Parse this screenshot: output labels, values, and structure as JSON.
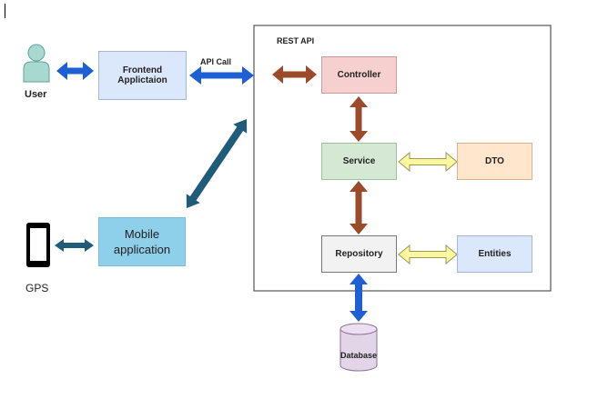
{
  "actors": {
    "user": "User",
    "gps": "GPS"
  },
  "frontend": {
    "label": "Frontend Applictaion"
  },
  "mobile": {
    "label": "Mobile application"
  },
  "api_call": {
    "label": "API Call"
  },
  "rest_api": {
    "title": "REST API",
    "controller": "Controller",
    "service": "Service",
    "repository": "Repository",
    "dto": "DTO",
    "entities": "Entities"
  },
  "database": {
    "label": "Database"
  },
  "colors": {
    "blue_arrow": "#1f5fd6",
    "brown_arrow": "#9b4a2a",
    "teal_arrow": "#1f5c7a",
    "yellow_arrow": "#fbf7a0",
    "frontend_fill": "#dbe8fb",
    "mobile_fill": "#8ecfe9",
    "controller_fill": "#f6cfcf",
    "service_fill": "#d5e8d4",
    "repository_fill": "#f2f2f2",
    "dto_fill": "#ffe6cc",
    "entities_fill": "#dbe8fb",
    "database_fill": "#e1d5e7",
    "user_fill": "#a8d8d0"
  }
}
